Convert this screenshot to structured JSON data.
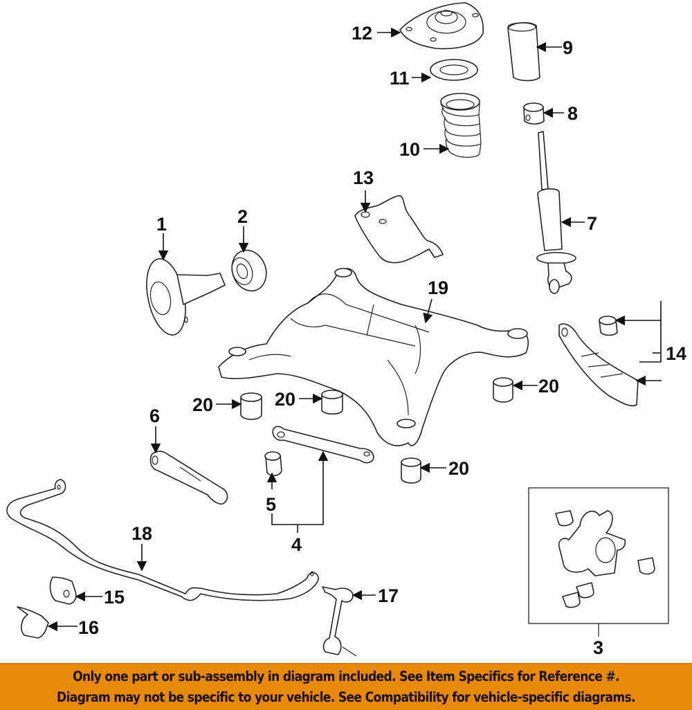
{
  "diagram": {
    "title": "Rear suspension exploded parts diagram",
    "callouts": [
      {
        "id": "1",
        "label": "1",
        "part": "hub-and-spindle"
      },
      {
        "id": "2",
        "label": "2",
        "part": "wheel-bearing"
      },
      {
        "id": "3",
        "label": "3",
        "part": "knuckle-assembly"
      },
      {
        "id": "4",
        "label": "4",
        "part": "lower-control-arm"
      },
      {
        "id": "5",
        "label": "5",
        "part": "control-arm-bushing"
      },
      {
        "id": "6",
        "label": "6",
        "part": "toe-link"
      },
      {
        "id": "7",
        "label": "7",
        "part": "shock-absorber"
      },
      {
        "id": "8",
        "label": "8",
        "part": "bump-stop"
      },
      {
        "id": "9",
        "label": "9",
        "part": "dust-boot"
      },
      {
        "id": "10",
        "label": "10",
        "part": "coil-spring"
      },
      {
        "id": "11",
        "label": "11",
        "part": "spring-insulator"
      },
      {
        "id": "12",
        "label": "12",
        "part": "strut-mount"
      },
      {
        "id": "13",
        "label": "13",
        "part": "upper-control-arm"
      },
      {
        "id": "14",
        "label": "14",
        "part": "trailing-arm"
      },
      {
        "id": "15",
        "label": "15",
        "part": "stabilizer-bushing"
      },
      {
        "id": "16",
        "label": "16",
        "part": "stabilizer-bracket"
      },
      {
        "id": "17",
        "label": "17",
        "part": "stabilizer-link"
      },
      {
        "id": "18",
        "label": "18",
        "part": "stabilizer-bar"
      },
      {
        "id": "19",
        "label": "19",
        "part": "crossmember"
      },
      {
        "id": "20a",
        "label": "20",
        "part": "crossmember-bushing"
      },
      {
        "id": "20b",
        "label": "20",
        "part": "crossmember-bushing"
      },
      {
        "id": "20c",
        "label": "20",
        "part": "crossmember-bushing"
      },
      {
        "id": "20d",
        "label": "20",
        "part": "crossmember-bushing"
      }
    ]
  },
  "banner": {
    "line1": "Only one part or sub-assembly in diagram included. See Item Specifics for Reference #.",
    "line2": "Diagram may not be specific to your vehicle. See Compatibility for vehicle-specific diagrams.",
    "color": "#e8890c"
  }
}
